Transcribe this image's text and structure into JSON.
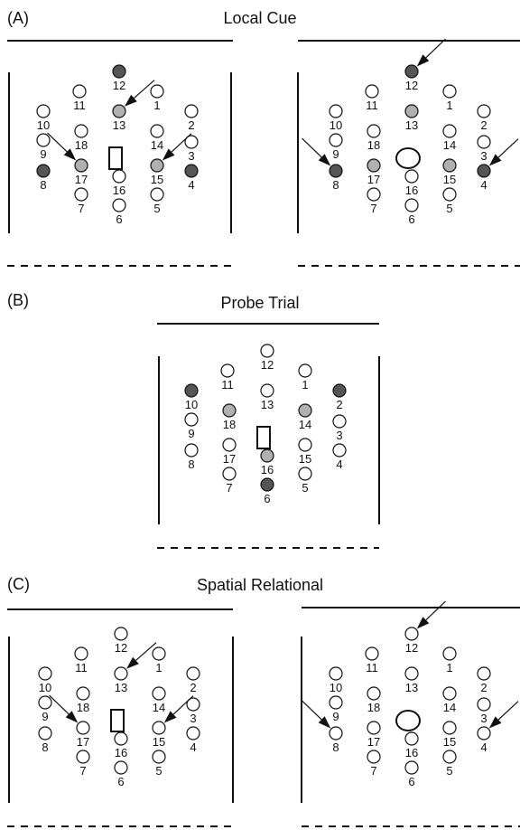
{
  "panels": [
    {
      "label": "(A)",
      "title": "Local Cue",
      "mazes": [
        {
          "object": "rect",
          "dark": [
            12,
            8,
            4
          ],
          "gray": [
            13,
            17,
            15
          ],
          "arrows": [
            13,
            17,
            15
          ]
        },
        {
          "object": "ellipse",
          "dark": [
            12,
            8,
            4
          ],
          "gray": [
            13,
            17,
            15
          ],
          "arrows": [
            12,
            8,
            4
          ]
        }
      ]
    },
    {
      "label": "(B)",
      "title": "Probe Trial",
      "mazes": [
        {
          "object": "rect",
          "dark": [
            10,
            2,
            6
          ],
          "gray": [
            18,
            14,
            16
          ],
          "arrows": []
        }
      ]
    },
    {
      "label": "(C)",
      "title": "Spatial Relational",
      "mazes": [
        {
          "object": "rect",
          "dark": [],
          "gray": [],
          "arrows": [
            13,
            17,
            15
          ]
        },
        {
          "object": "ellipse",
          "dark": [],
          "gray": [],
          "arrows": [
            12,
            8,
            4
          ]
        }
      ]
    }
  ],
  "well_numbers": [
    "1",
    "2",
    "3",
    "4",
    "5",
    "6",
    "7",
    "8",
    "9",
    "10",
    "11",
    "12",
    "13",
    "14",
    "15",
    "16",
    "17",
    "18"
  ],
  "colors": {
    "dark": "#555555",
    "gray": "#b0b0b0",
    "empty": "#ffffff",
    "line": "#111111"
  }
}
